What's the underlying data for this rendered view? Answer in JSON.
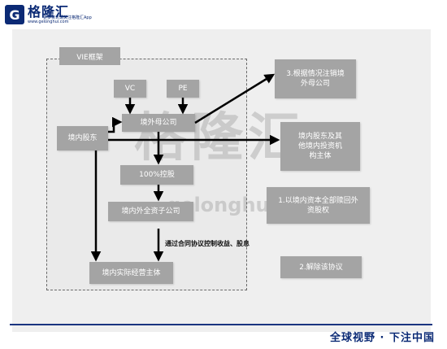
{
  "logo": {
    "mark": "G",
    "name": "格隆汇",
    "url": "www.gelonghui.com",
    "slogan": "更多资讯请关注格隆汇App"
  },
  "diagram": {
    "vie_tab": "VIE框架",
    "nodes": {
      "vc": "VC",
      "pe": "PE",
      "offshore_parent": "境外母公司",
      "domestic_shareholder": "境内股东",
      "holding_100": "100%控股",
      "wfoe": "境内外全资子公司",
      "operating_entity": "境内实际经营主体",
      "deregister": "3.根据情况注销境外母公司",
      "other_investors": "境内股东及其他境内投资机构主体",
      "buyback": "1.以境内资本全部赎回外资股权",
      "terminate": "2.解除该协议"
    },
    "contract_label": "通过合同协议控制收益、股息"
  },
  "watermark": {
    "main": "格隆汇",
    "url": "gelonghui.com"
  },
  "footer": "全球视野 · 下注中国",
  "colors": {
    "brand": "#0b2a75",
    "box": "#a4a4a4",
    "panel": "#efefef"
  }
}
